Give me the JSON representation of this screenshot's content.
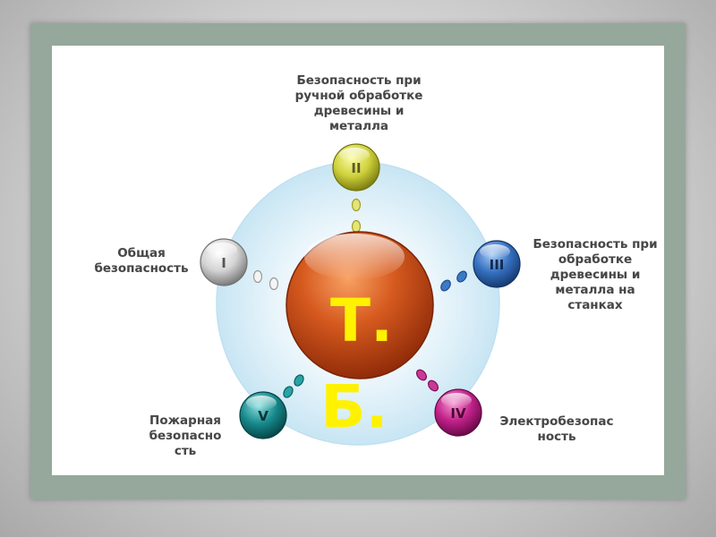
{
  "center": {
    "line1": "Т.",
    "line2": "Б.",
    "color": "#c8461a",
    "text_color": "#fff200"
  },
  "nodes": [
    {
      "numeral": "I",
      "label": "Общая\nбезопасность",
      "color": "#b5b5b5"
    },
    {
      "numeral": "II",
      "label": "Безопасность при\nручной обработке\nдревесины и\nметалла",
      "color": "#cfd03a"
    },
    {
      "numeral": "III",
      "label": "Безопасность при\nобработке\nдревесины и\nметалла на\nстанках",
      "color": "#2f67b3"
    },
    {
      "numeral": "IV",
      "label": "Электробезопас\nность",
      "color": "#b51b7f"
    },
    {
      "numeral": "V",
      "label": "Пожарная\nбезопасно\nсть",
      "color": "#14878a"
    }
  ],
  "colors": {
    "frame": "#95a89b",
    "halo": "#cfe8f5",
    "label_text": "#474747"
  }
}
